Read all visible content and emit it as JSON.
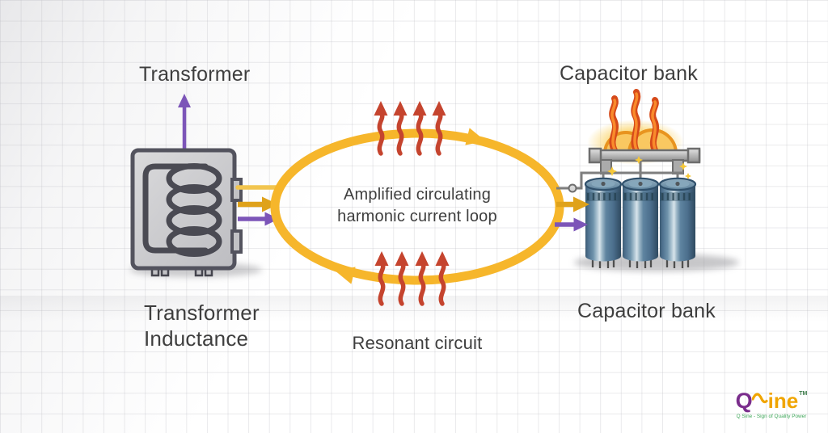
{
  "labels": {
    "transformer_top": "Transformer",
    "capacitor_bank_top": "Capacitor bank",
    "loop_caption_line1": "Amplified circulating",
    "loop_caption_line2": "harmonic current loop",
    "transformer_inductance_line1": "Transformer",
    "transformer_inductance_line2": "Inductance",
    "resonant_circuit": "Resonant circuit",
    "capacitor_bank_bottom": "Capacitor bank"
  },
  "logo": {
    "q": "Q",
    "suffix": "ine",
    "trademark": "TM",
    "tagline": "Q Sine - Sign of Quality Power"
  },
  "colors": {
    "loop_yellow": "#F6B62B",
    "gold_arrow": "#DFA21B",
    "light_yellow_arrow": "#F2C54F",
    "purple_arrow": "#7C55B8",
    "heat_red": "#C5442E",
    "flame_outer": "#D64A1A",
    "flame_inner": "#F98B2B",
    "text_dark": "#3E3E3E",
    "logo_purple": "#7A2D8C",
    "logo_gold": "#F0A500",
    "logo_green": "#3FA75A"
  }
}
